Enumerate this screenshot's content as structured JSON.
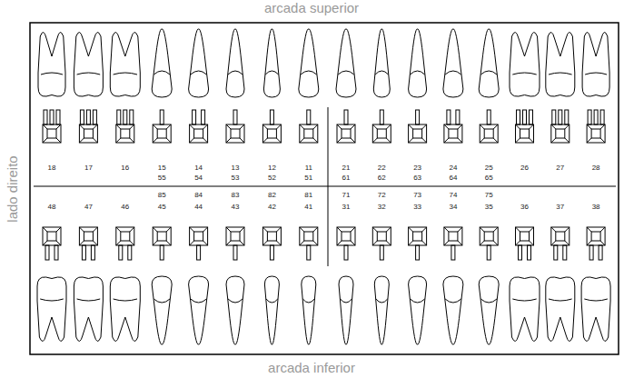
{
  "diagram": {
    "labels": [
      "arcada superior",
      "lado direito",
      "18",
      "17",
      "16",
      "15",
      "14",
      "13",
      "12",
      "11",
      "21",
      "22",
      "23",
      "24",
      "25",
      "26",
      "27",
      "28",
      "55",
      "54",
      "53",
      "52",
      "51",
      "61",
      "62",
      "63",
      "64",
      "65",
      "85",
      "84",
      "83",
      "82",
      "81",
      "71",
      "72",
      "73",
      "74",
      "75",
      "48",
      "47",
      "46",
      "45",
      "44",
      "43",
      "42",
      "41",
      "31",
      "32",
      "33",
      "34",
      "35",
      "36",
      "37",
      "38",
      "arcada inferior"
    ]
  }
}
